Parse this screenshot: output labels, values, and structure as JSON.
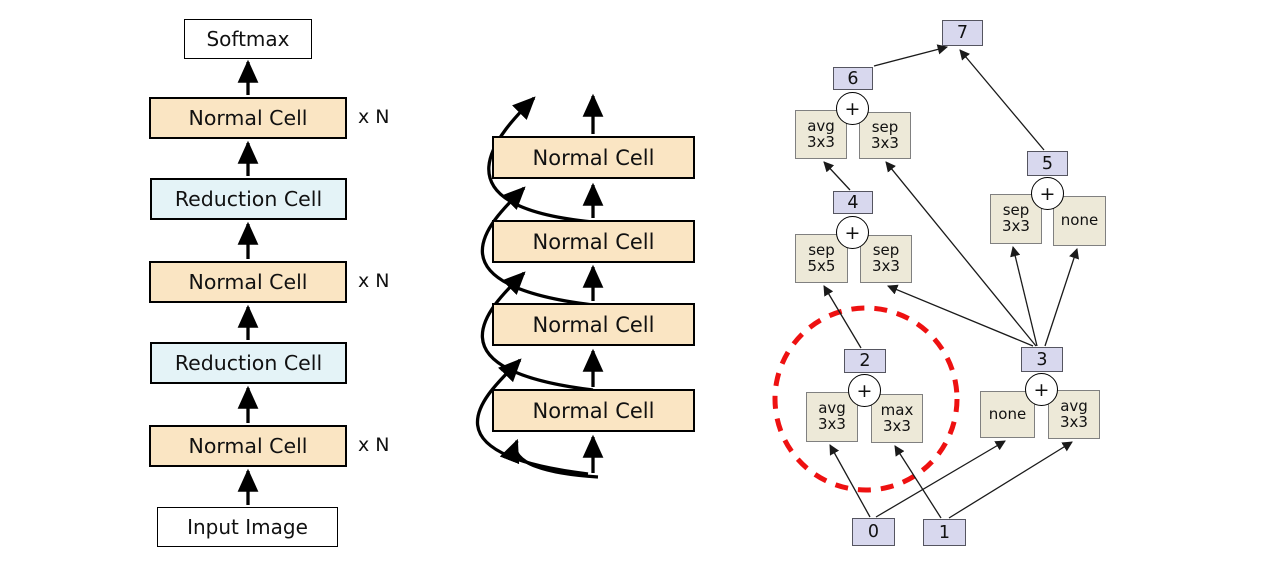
{
  "figure": {
    "colors": {
      "normal_cell_fill": "#FAE5C3",
      "reduction_cell_fill": "#E4F3F7",
      "io_box_fill": "#FFFFFF",
      "dag_node_fill": "#D8D8EE",
      "op_box_fill": "#EDE9D8",
      "highlight_red": "#EE1111",
      "line_black": "#000000"
    },
    "left": {
      "stack": [
        {
          "label": "Softmax",
          "type": "io"
        },
        {
          "label": "Normal Cell",
          "type": "normal"
        },
        {
          "label": "Reduction Cell",
          "type": "reduction"
        },
        {
          "label": "Normal Cell",
          "type": "normal"
        },
        {
          "label": "Reduction Cell",
          "type": "reduction"
        },
        {
          "label": "Normal Cell",
          "type": "normal"
        },
        {
          "label": "Input Image",
          "type": "io"
        }
      ],
      "repeat": "x N"
    },
    "middle": {
      "cells": [
        "Normal Cell",
        "Normal Cell",
        "Normal Cell",
        "Normal Cell"
      ]
    },
    "right": {
      "plus": "+",
      "nodes": [
        "0",
        "1",
        "2",
        "3",
        "4",
        "5",
        "6",
        "7"
      ],
      "groups": [
        {
          "node": "2",
          "left_op": [
            "avg",
            "3x3"
          ],
          "right_op": [
            "max",
            "3x3"
          ],
          "highlighted": true
        },
        {
          "node": "3",
          "left_op": [
            "none"
          ],
          "right_op": [
            "avg",
            "3x3"
          ],
          "highlighted": false
        },
        {
          "node": "4",
          "left_op": [
            "sep",
            "5x5"
          ],
          "right_op": [
            "sep",
            "3x3"
          ],
          "highlighted": false
        },
        {
          "node": "5",
          "left_op": [
            "sep",
            "3x3"
          ],
          "right_op": [
            "none"
          ],
          "highlighted": false
        },
        {
          "node": "6",
          "left_op": [
            "avg",
            "3x3"
          ],
          "right_op": [
            "sep",
            "3x3"
          ],
          "highlighted": false
        }
      ],
      "edges": [
        "6->7",
        "5->7",
        "4->avg3x3(6)",
        "3->sep3x3(6)",
        "2->sep5x5(4)",
        "3->sep3x3(4)",
        "3->sep3x3(5)",
        "3->none(5)",
        "0->avg3x3(2)",
        "1->max3x3(2)",
        "0->none(3)",
        "1->avg3x3(3)"
      ]
    }
  }
}
